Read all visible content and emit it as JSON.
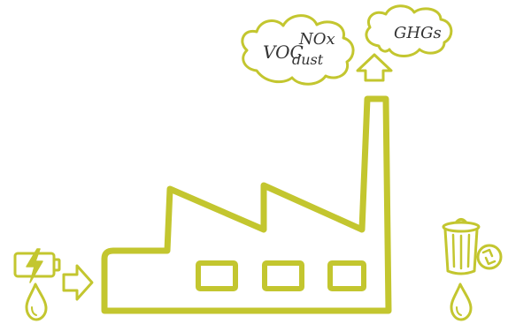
{
  "colors": {
    "line": "#c3c62f",
    "ink": "#333333",
    "background": "#ffffff"
  },
  "clouds": {
    "emissions": {
      "label_voc": "VOC",
      "label_nox": "NOx",
      "label_dust": "dust"
    },
    "greenhouse": {
      "label_ghgs": "GHGs"
    }
  },
  "icons": {
    "energy": "battery-lightning-icon",
    "water_in": "water-drop-icon",
    "input_arrow": "arrow-right-icon",
    "output_arrow": "arrow-up-icon",
    "waste": "trash-can-icon",
    "recycle": "recycle-icon",
    "water_out": "water-drop-icon",
    "factory": "factory-icon"
  }
}
